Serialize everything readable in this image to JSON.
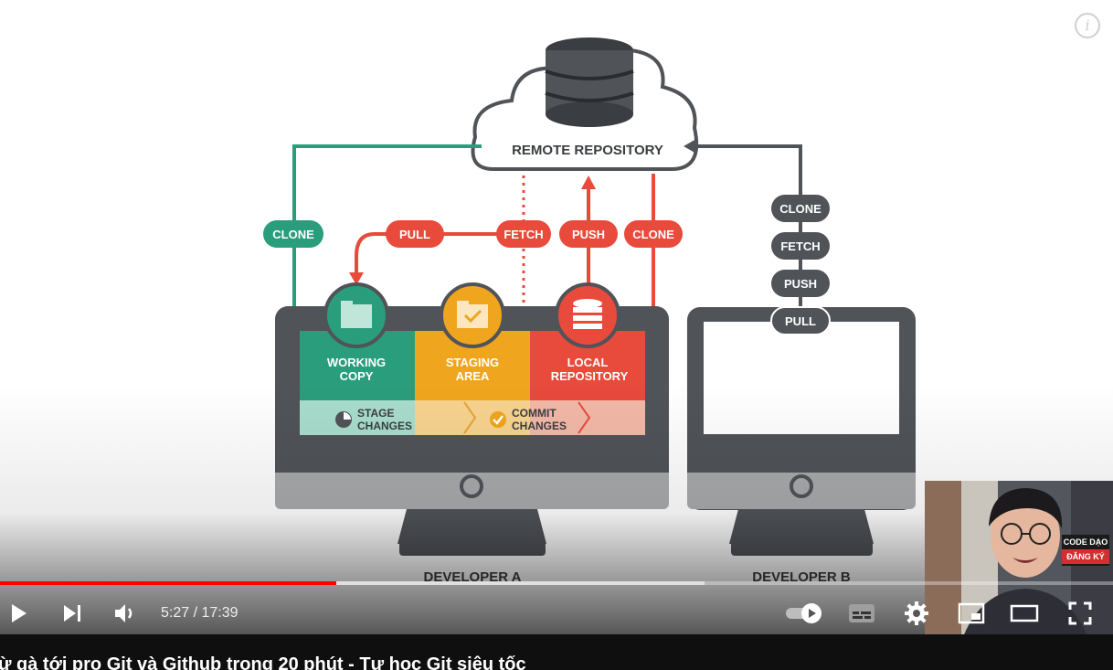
{
  "video": {
    "title": "ừ gà tới pro Git và Github trong 20 phút - Tự học Git siêu tốc",
    "current_time": "5:27",
    "duration": "17:39",
    "time_display": "5:27 / 17:39",
    "played_fraction": 0.302,
    "buffered_fraction": 0.633
  },
  "diagram": {
    "remote_label": "REMOTE REPOSITORY",
    "clone_left": "CLONE",
    "pull": "PULL",
    "fetch": "FETCH",
    "push": "PUSH",
    "clone_right": "CLONE",
    "dev_b_labels": [
      "CLONE",
      "FETCH",
      "PUSH",
      "PULL"
    ],
    "working_copy_1": "WORKING",
    "working_copy_2": "COPY",
    "staging_1": "STAGING",
    "staging_2": "AREA",
    "local_1": "LOCAL",
    "local_2": "REPOSITORY",
    "stage_changes_1": "STAGE",
    "stage_changes_2": "CHANGES",
    "commit_changes_1": "COMMIT",
    "commit_changes_2": "CHANGES",
    "developer_a": "DEVELOPER A",
    "developer_b": "DEVELOPER B"
  },
  "webcam": {
    "badge_line1": "CODE DẠO",
    "badge_line2": "ĐĂNG KÝ"
  },
  "colors": {
    "teal": "#2a9d7c",
    "orange": "#f0a51e",
    "red": "#e84a3c",
    "dark": "#505358",
    "progress_red": "#ff0000"
  },
  "icons": {
    "info": "info-icon",
    "play": "play-icon",
    "next": "next-icon",
    "volume": "volume-icon",
    "autoplay": "autoplay-toggle-icon",
    "subtitles": "subtitles-icon",
    "settings": "gear-icon",
    "miniplayer": "miniplayer-icon",
    "theater": "theater-mode-icon",
    "fullscreen": "fullscreen-icon"
  }
}
